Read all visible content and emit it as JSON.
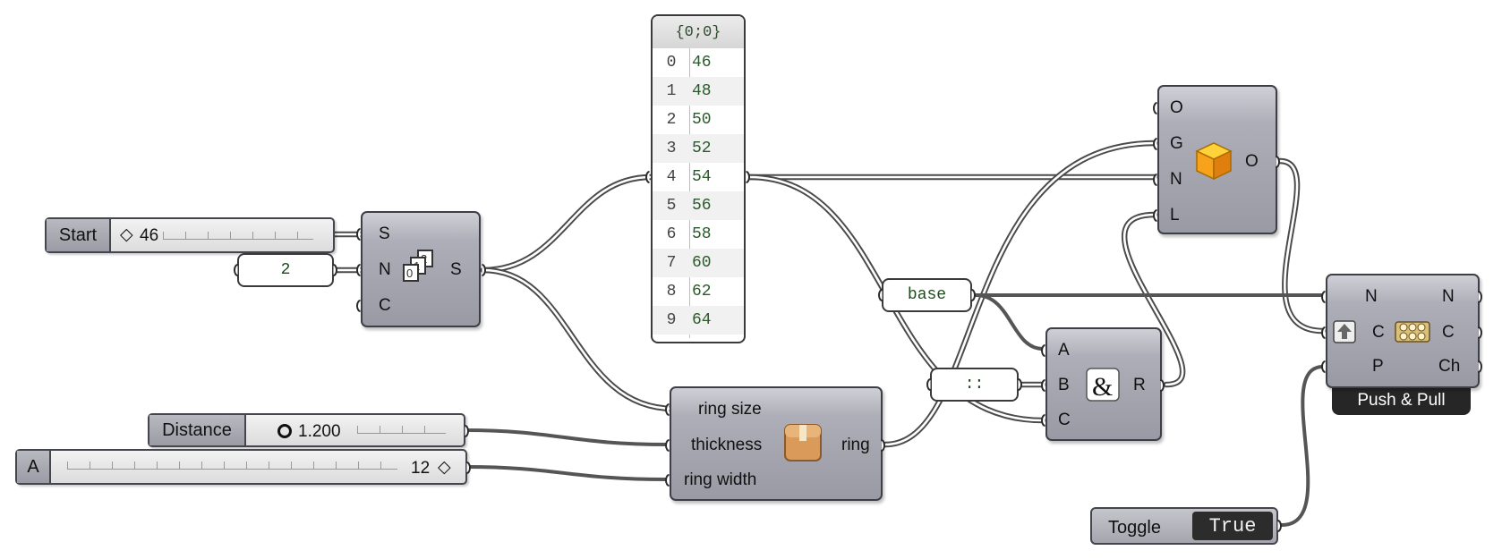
{
  "sliders": {
    "start": {
      "label": "Start",
      "value": "46",
      "marker": "diamond-icon"
    },
    "distance": {
      "label": "Distance",
      "value": "1.200",
      "marker": "circle-icon"
    },
    "a": {
      "label": "A",
      "value": "12",
      "marker": "diamond-icon"
    }
  },
  "panels": {
    "step": "2",
    "base": "base",
    "sep": "::"
  },
  "series_component": {
    "inputs": [
      "S",
      "N",
      "C"
    ],
    "output": "S",
    "icon": "series-icon"
  },
  "list": {
    "path": "{0;0}",
    "rows": [
      {
        "index": "0",
        "value": "46"
      },
      {
        "index": "1",
        "value": "48"
      },
      {
        "index": "2",
        "value": "50"
      },
      {
        "index": "3",
        "value": "52"
      },
      {
        "index": "4",
        "value": "54"
      },
      {
        "index": "5",
        "value": "56"
      },
      {
        "index": "6",
        "value": "58"
      },
      {
        "index": "7",
        "value": "60"
      },
      {
        "index": "8",
        "value": "62"
      },
      {
        "index": "9",
        "value": "64"
      }
    ]
  },
  "ring_component": {
    "inputs": [
      "ring size",
      "thickness",
      "ring width"
    ],
    "output": "ring",
    "icon": "package-icon"
  },
  "concat_component": {
    "inputs": [
      "A",
      "B",
      "C"
    ],
    "output": "R",
    "icon": "ampersand-icon"
  },
  "bake_component": {
    "inputs": [
      "O",
      "G",
      "N",
      "L"
    ],
    "output": "O",
    "icon": "cube-icon"
  },
  "push_pull_component": {
    "title": "Push & Pull",
    "inputs": [
      "N",
      "C",
      "P"
    ],
    "outputs": [
      "N",
      "C",
      "Ch"
    ],
    "icon": "push-pull-icon",
    "toggle_icon": "up-arrow-icon"
  },
  "toggle": {
    "label": "Toggle",
    "value": "True"
  },
  "colors": {
    "canvas": "#ffffff",
    "component": "#a3a3ad",
    "wire": "#4a4a4a",
    "cube": "#f5a623"
  }
}
